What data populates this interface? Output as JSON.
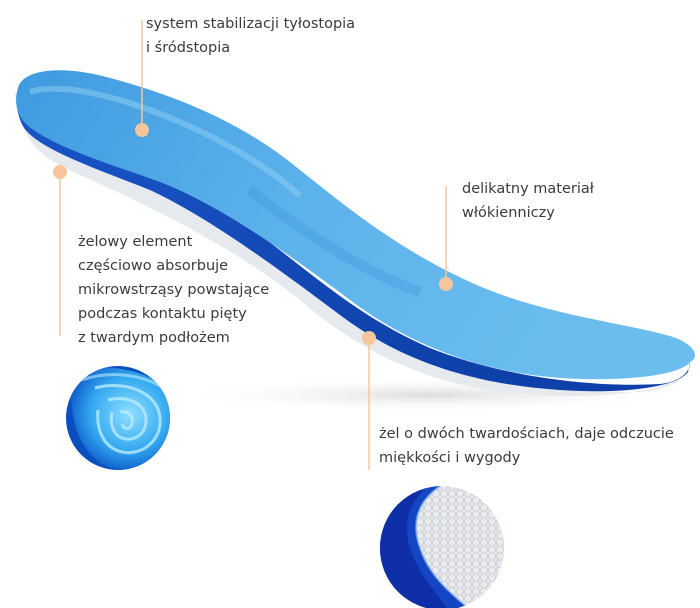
{
  "callouts": [
    {
      "lines": [
        "system stabilizacji tyłostopia",
        "i śródstopia"
      ]
    },
    {
      "lines": [
        "delikatny materiał",
        "włókienniczy"
      ]
    },
    {
      "lines": [
        "żelowy element",
        "częściowo absorbuje",
        "mikrowstrząsy powstające",
        "podczas kontaktu pięty",
        "z twardym podłożem"
      ]
    },
    {
      "lines": [
        "żel o dwóch twardościach, daje odczucie",
        "miękkości i wygody"
      ]
    }
  ],
  "colors": {
    "insole_blue": "#4ba6e3",
    "gel_blue": "#1a5fd0",
    "callout_line": "#f2c7a0",
    "callout_dot": "#f6c59b"
  }
}
